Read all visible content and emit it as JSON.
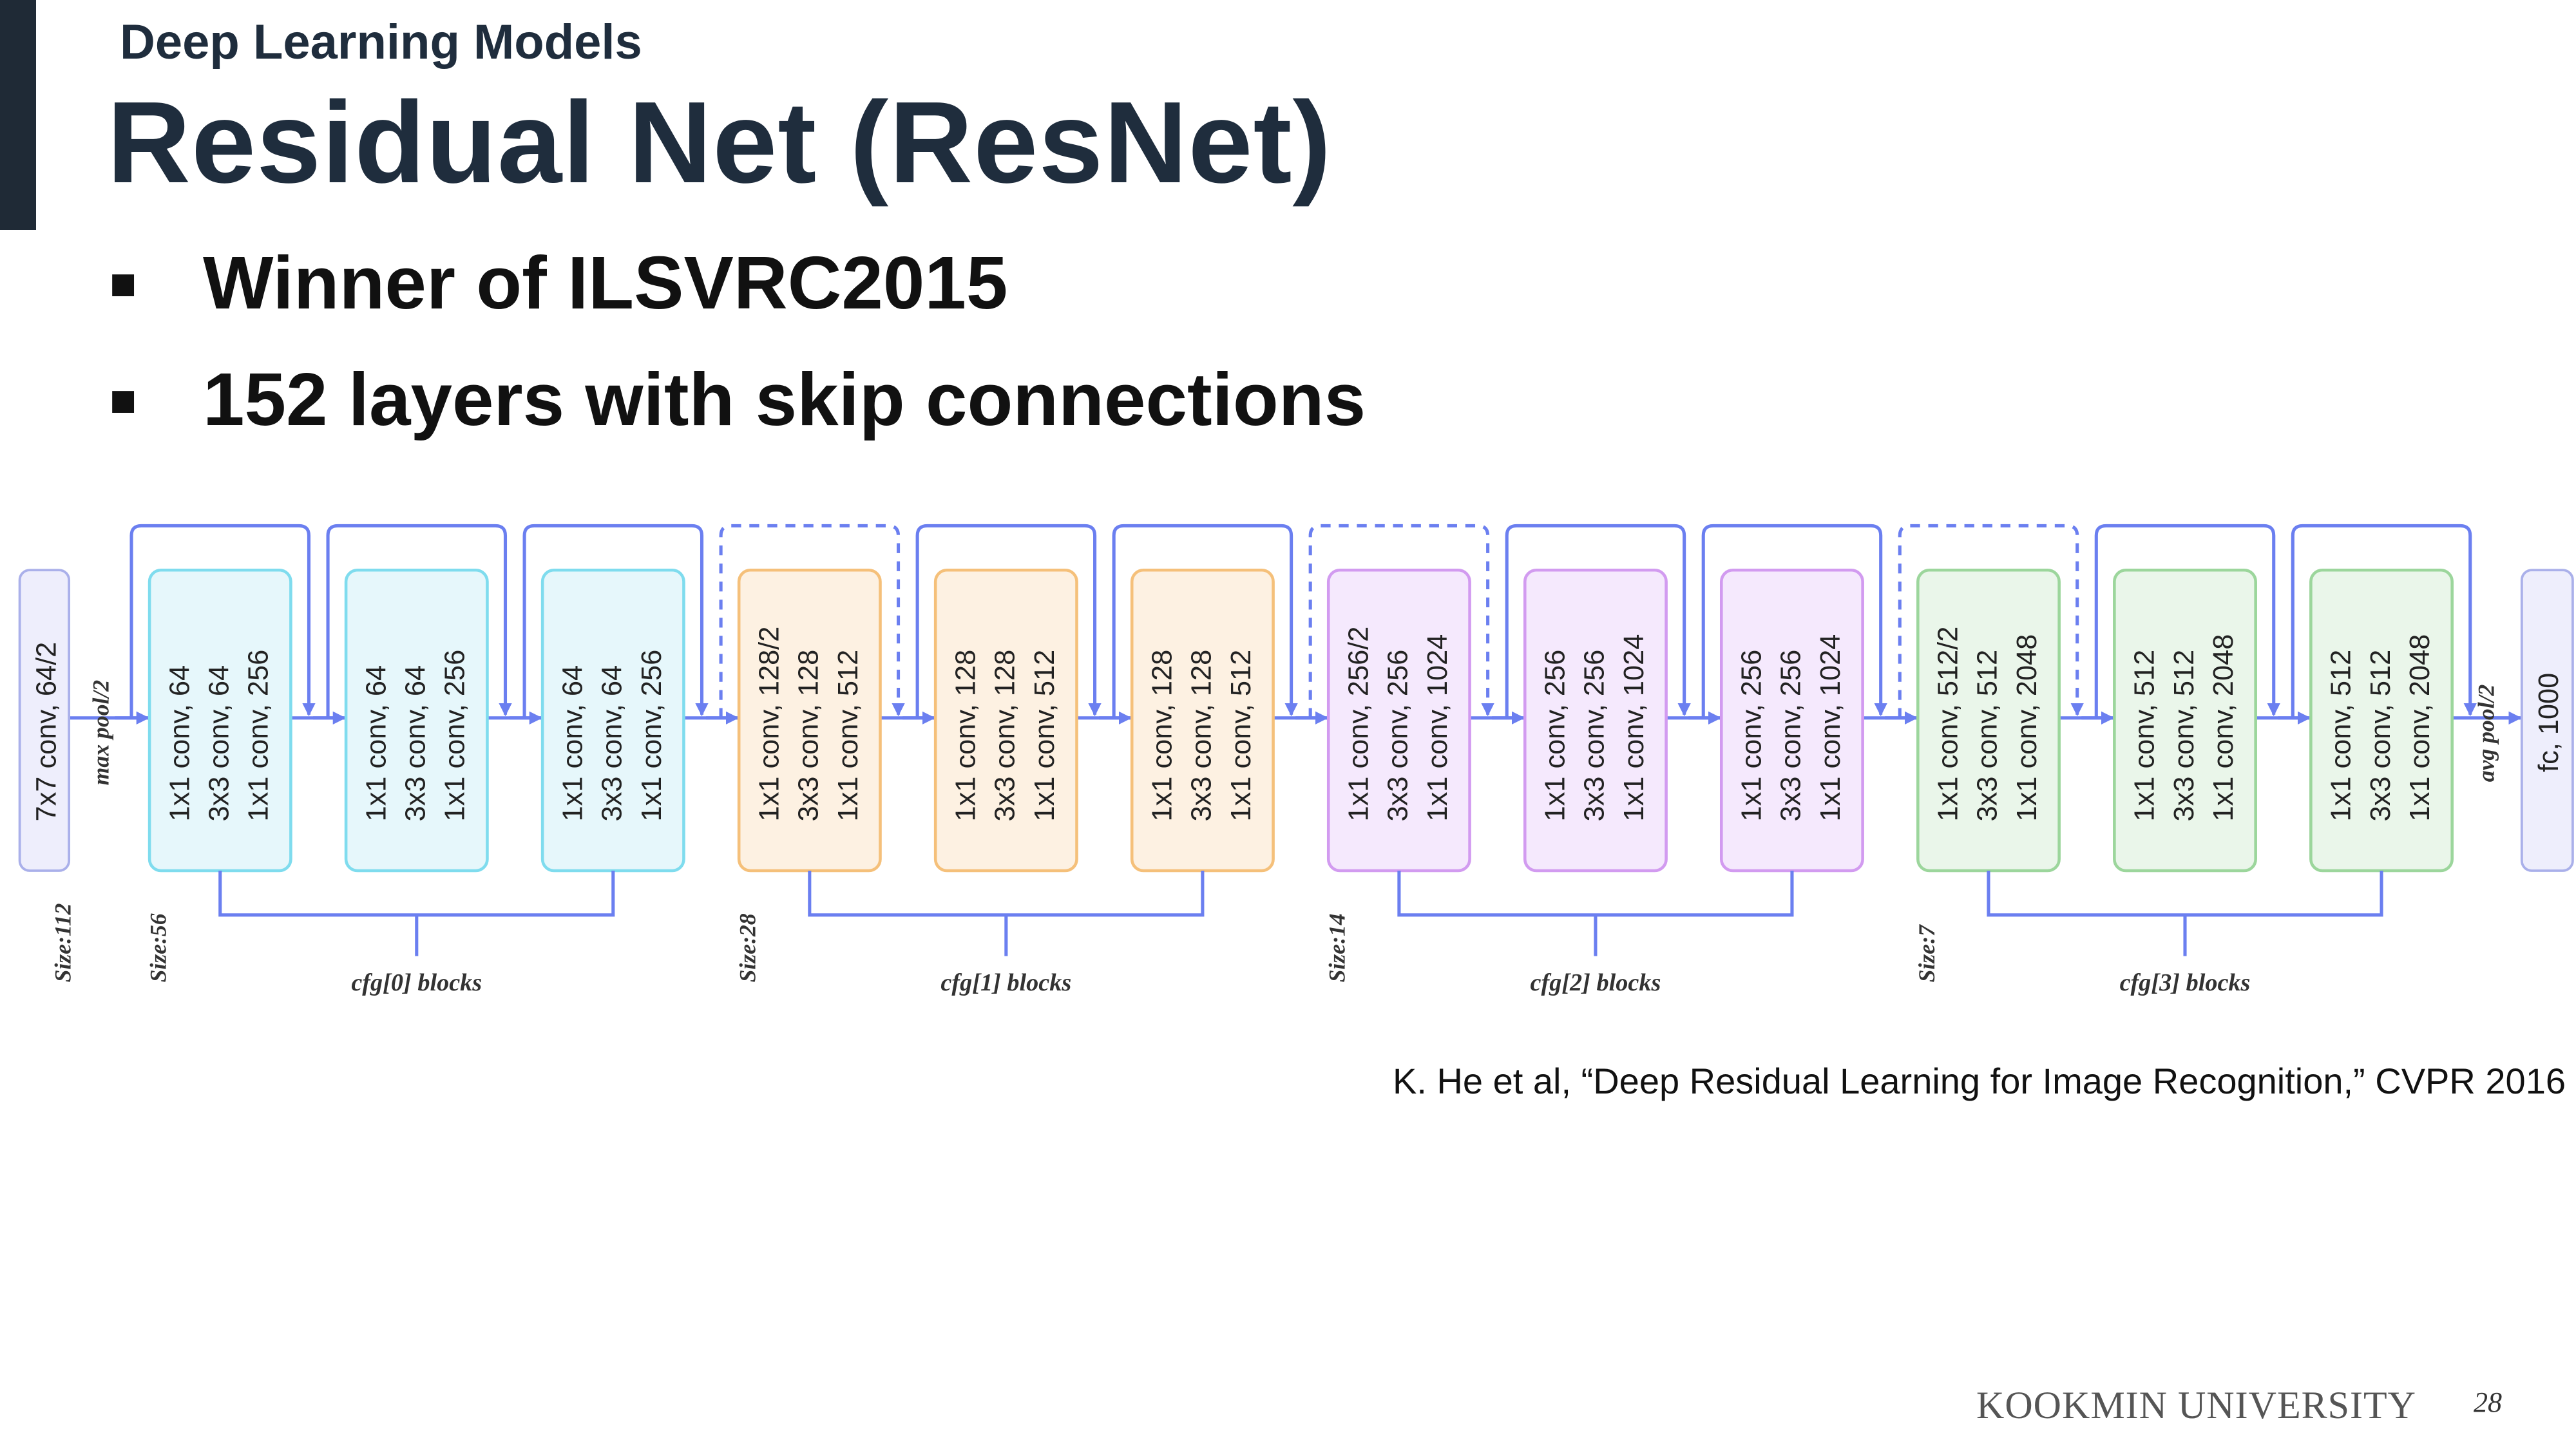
{
  "header": {
    "subtitle": "Deep Learning Models",
    "title": "Residual Net (ResNet)"
  },
  "bullets": [
    {
      "marker": "■",
      "text": "Winner of ILSVRC2015"
    },
    {
      "marker": "■",
      "text": "152 layers with skip connections"
    }
  ],
  "diagram": {
    "stem": {
      "label": "7x7 conv, 64/2",
      "pool": "max pool/2",
      "size": "Size:112"
    },
    "head": {
      "label": "fc, 1000",
      "pool": "avg pool/2"
    },
    "stages": [
      {
        "name": "cfg[0] blocks",
        "size": "Size:56",
        "fill": "#e6f7fb",
        "stroke": "#7fdcee",
        "blocks": [
          [
            "1x1 conv, 64",
            "3x3 conv, 64",
            "1x1 conv, 256"
          ],
          [
            "1x1 conv, 64",
            "3x3 conv, 64",
            "1x1 conv, 256"
          ],
          [
            "1x1 conv, 64",
            "3x3 conv, 64",
            "1x1 conv, 256"
          ]
        ]
      },
      {
        "name": "cfg[1] blocks",
        "size": "Size:28",
        "fill": "#fdf1e2",
        "stroke": "#f5c07a",
        "blocks": [
          [
            "1x1 conv, 128/2",
            "3x3 conv, 128",
            "1x1 conv, 512"
          ],
          [
            "1x1 conv, 128",
            "3x3 conv, 128",
            "1x1 conv, 512"
          ],
          [
            "1x1 conv, 128",
            "3x3 conv, 128",
            "1x1 conv, 512"
          ]
        ]
      },
      {
        "name": "cfg[2] blocks",
        "size": "Size:14",
        "fill": "#f5e9fd",
        "stroke": "#d29bf0",
        "blocks": [
          [
            "1x1 conv, 256/2",
            "3x3 conv, 256",
            "1x1 conv, 1024"
          ],
          [
            "1x1 conv, 256",
            "3x3 conv, 256",
            "1x1 conv, 1024"
          ],
          [
            "1x1 conv, 256",
            "3x3 conv, 256",
            "1x1 conv, 1024"
          ]
        ]
      },
      {
        "name": "cfg[3] blocks",
        "size": "Size:7",
        "fill": "#eaf6ea",
        "stroke": "#9cd69c",
        "blocks": [
          [
            "1x1 conv, 512/2",
            "3x3 conv, 512",
            "1x1 conv, 2048"
          ],
          [
            "1x1 conv, 512",
            "3x3 conv, 512",
            "1x1 conv, 2048"
          ],
          [
            "1x1 conv, 512",
            "3x3 conv, 512",
            "1x1 conv, 2048"
          ]
        ]
      }
    ],
    "colors": {
      "connector": "#6b7ff0",
      "stem_fill": "#eeeefc",
      "stem_stroke": "#aab0ea"
    }
  },
  "citation": "K. He et al, “Deep Residual Learning for Image Recognition,” CVPR 2016",
  "footer": {
    "university": "KOOKMIN UNIVERSITY",
    "page": "28"
  }
}
